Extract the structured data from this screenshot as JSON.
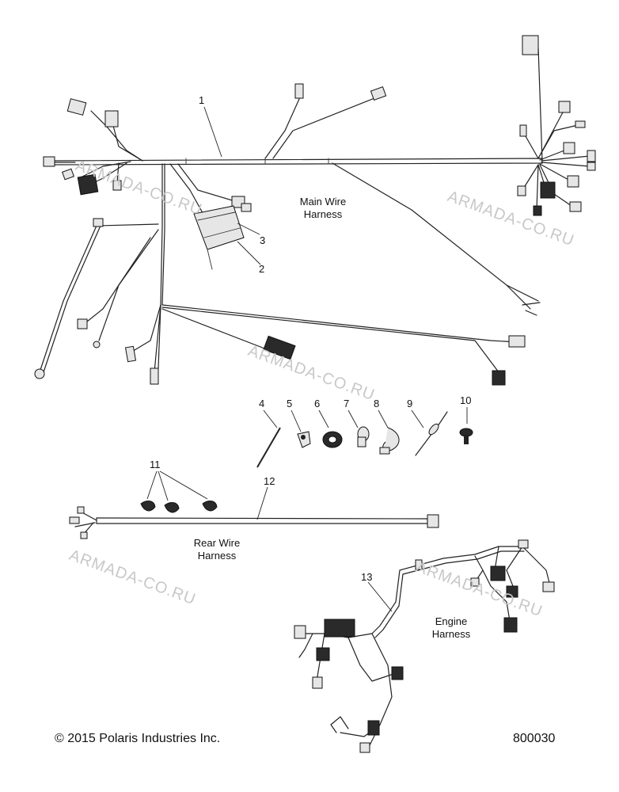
{
  "callouts": [
    "1",
    "2",
    "3",
    "4",
    "5",
    "6",
    "7",
    "8",
    "9",
    "10",
    "11",
    "12",
    "13"
  ],
  "labels": {
    "main_wire_harness_line1": "Main Wire",
    "main_wire_harness_line2": "Harness",
    "rear_wire_harness_line1": "Rear Wire",
    "rear_wire_harness_line2": "Harness",
    "engine_harness_line1": "Engine",
    "engine_harness_line2": "Harness"
  },
  "watermark": "ARMADA-CO.RU",
  "footer": {
    "copyright": "© 2015 Polaris Industries Inc.",
    "diagram_number": "800030"
  },
  "colors": {
    "line": "#222222",
    "watermark": "#c8c8c8",
    "background": "#ffffff"
  }
}
